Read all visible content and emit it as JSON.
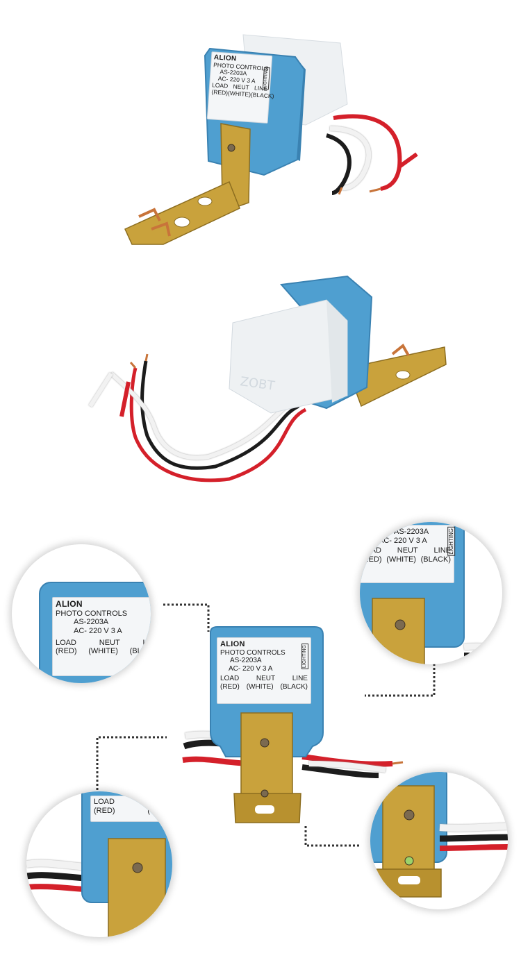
{
  "device": {
    "brand": "ALION",
    "product": "PHOTO CONTROLS",
    "model": "AS-2203A",
    "rating": "AC- 220 V  3  A",
    "lighting": "LIGHTING",
    "load_label": "LOAD",
    "load_color": "(RED)",
    "neut_label": "NEUT",
    "neut_color": "(WHITE)",
    "line_label": "LINE",
    "line_color": "(BLACK)",
    "housing_text": "ZOBT"
  },
  "colors": {
    "housing": "#4f9fd0",
    "housing_dark": "#3a82b2",
    "cover": "#eef1f3",
    "bracket": "#c9a23c",
    "wire_red": "#d4202a",
    "wire_white": "#f2f2f2",
    "wire_black": "#1c1c1c",
    "copper": "#c8743a"
  },
  "icons": {
    "photo_top": "photo-control-top-view",
    "photo_side": "photo-control-side-view",
    "photo_front": "photo-control-front-view",
    "zoom": "magnified-detail-circle"
  }
}
